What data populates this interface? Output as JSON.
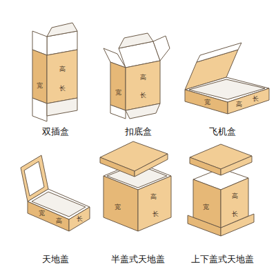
{
  "diagram": {
    "labels": [
      "高",
      "宽",
      "长",
      "双插盒",
      "高",
      "宽",
      "长",
      "扣底盒",
      "宽",
      "高",
      "长",
      "飞机盒",
      "宽",
      "高",
      "长",
      "天地盖",
      "宽",
      "高",
      "长",
      "半盖式天地盖",
      "高",
      "宽",
      "长",
      "上下盖式天地盖"
    ]
  }
}
